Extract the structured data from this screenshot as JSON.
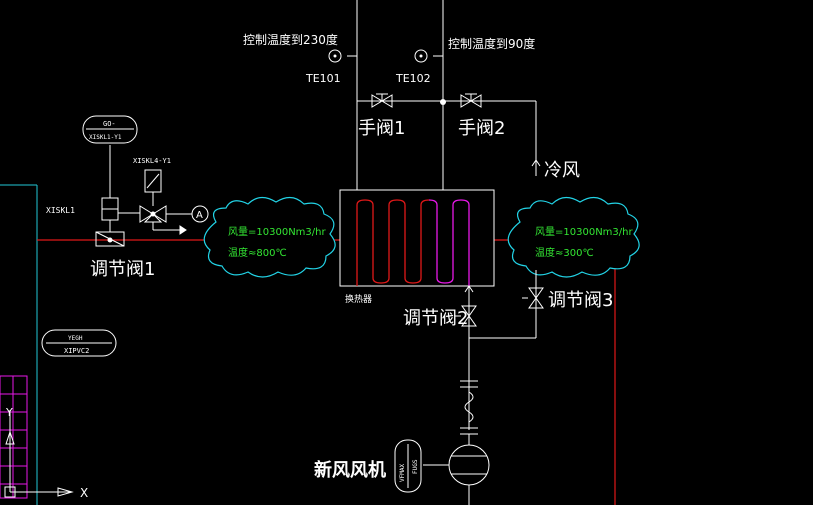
{
  "colors": {
    "background": "#000000",
    "line": "#ffffff",
    "process_line": "#e01818",
    "cloud": "#22d3e6",
    "cloud_text": "#33e633",
    "coil_red": "#e01818",
    "coil_magenta": "#e818e8",
    "panel": "#e818e8",
    "frame": "#22c7d6"
  },
  "labels": {
    "control_temp_1": "控制温度到230度",
    "control_temp_2": "控制温度到90度",
    "te101": "TE101",
    "te102": "TE102",
    "manual_valve_1": "手阀1",
    "manual_valve_2": "手阀2",
    "cold_air": "冷风",
    "heat_exchanger": "换热器",
    "control_valve_1": "调节阀1",
    "control_valve_2": "调节阀2",
    "control_valve_3": "调节阀3",
    "fresh_air_fan": "新风风机",
    "tag_go": "GO-",
    "tag_go_sub": "XISKL1-Y1",
    "tag_xisklx": "XISKL4-Y1",
    "tag_xiskl1": "XISKL1",
    "tag_mid_top": "YEGH",
    "tag_mid_bottom": "XIPVC2",
    "tag_fan_1": "VFMAX",
    "tag_fan_2": "FUGS",
    "instrument_a": "A",
    "axis_x": "X",
    "axis_y": "Y"
  },
  "clouds": {
    "left": {
      "flow": "风量=10300Nm3/hr",
      "temp": "温度≈800℃"
    },
    "right": {
      "flow": "风量=10300Nm3/hr",
      "temp": "温度≈300℃"
    }
  }
}
